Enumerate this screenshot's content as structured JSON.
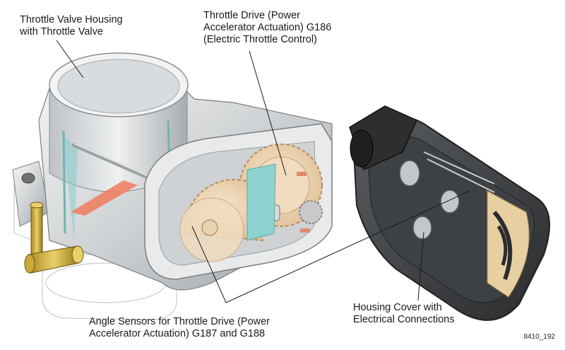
{
  "labels": {
    "housing": [
      "Throttle Valve Housing",
      "with Throttle Valve"
    ],
    "drive": [
      "Throttle Drive (Power",
      "Accelerator Actuation) G186",
      "(Electric Throttle Control)"
    ],
    "sensors": [
      "Angle Sensors for Throttle Drive (Power",
      "Accelerator Actuation) G187 and G188"
    ],
    "cover": [
      "Housing Cover with",
      "Electrical Connections"
    ]
  },
  "figure_ref": "8410_192"
}
